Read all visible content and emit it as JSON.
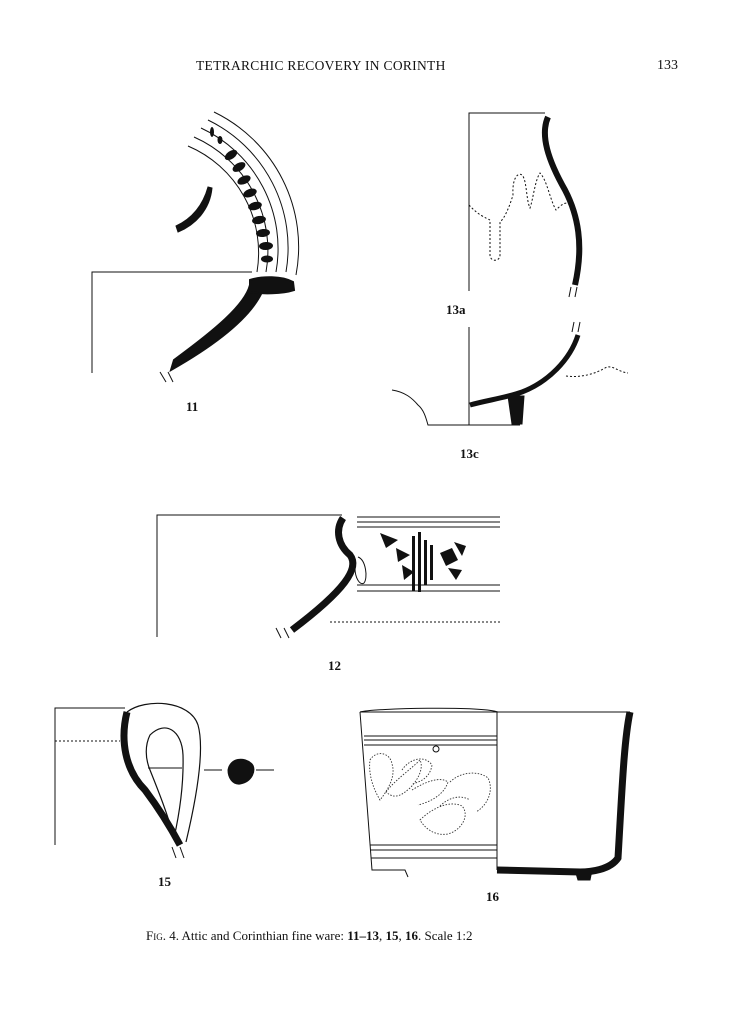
{
  "header": {
    "running_title": "TETRARCHIC RECOVERY IN CORINTH",
    "page_number": "133"
  },
  "figure": {
    "labels": {
      "item_11": "11",
      "item_13a": "13a",
      "item_13c": "13c",
      "item_12": "12",
      "item_15": "15",
      "item_16": "16"
    },
    "caption": {
      "fig_abbr": "Fig.",
      "fig_number": "4.",
      "text_before": " Attic and Corinthian fine ware: ",
      "items_bold_1": "11–13",
      "sep_1": ", ",
      "items_bold_2": "15",
      "sep_2": ", ",
      "items_bold_3": "16",
      "text_after": ". Scale 1:2"
    }
  }
}
